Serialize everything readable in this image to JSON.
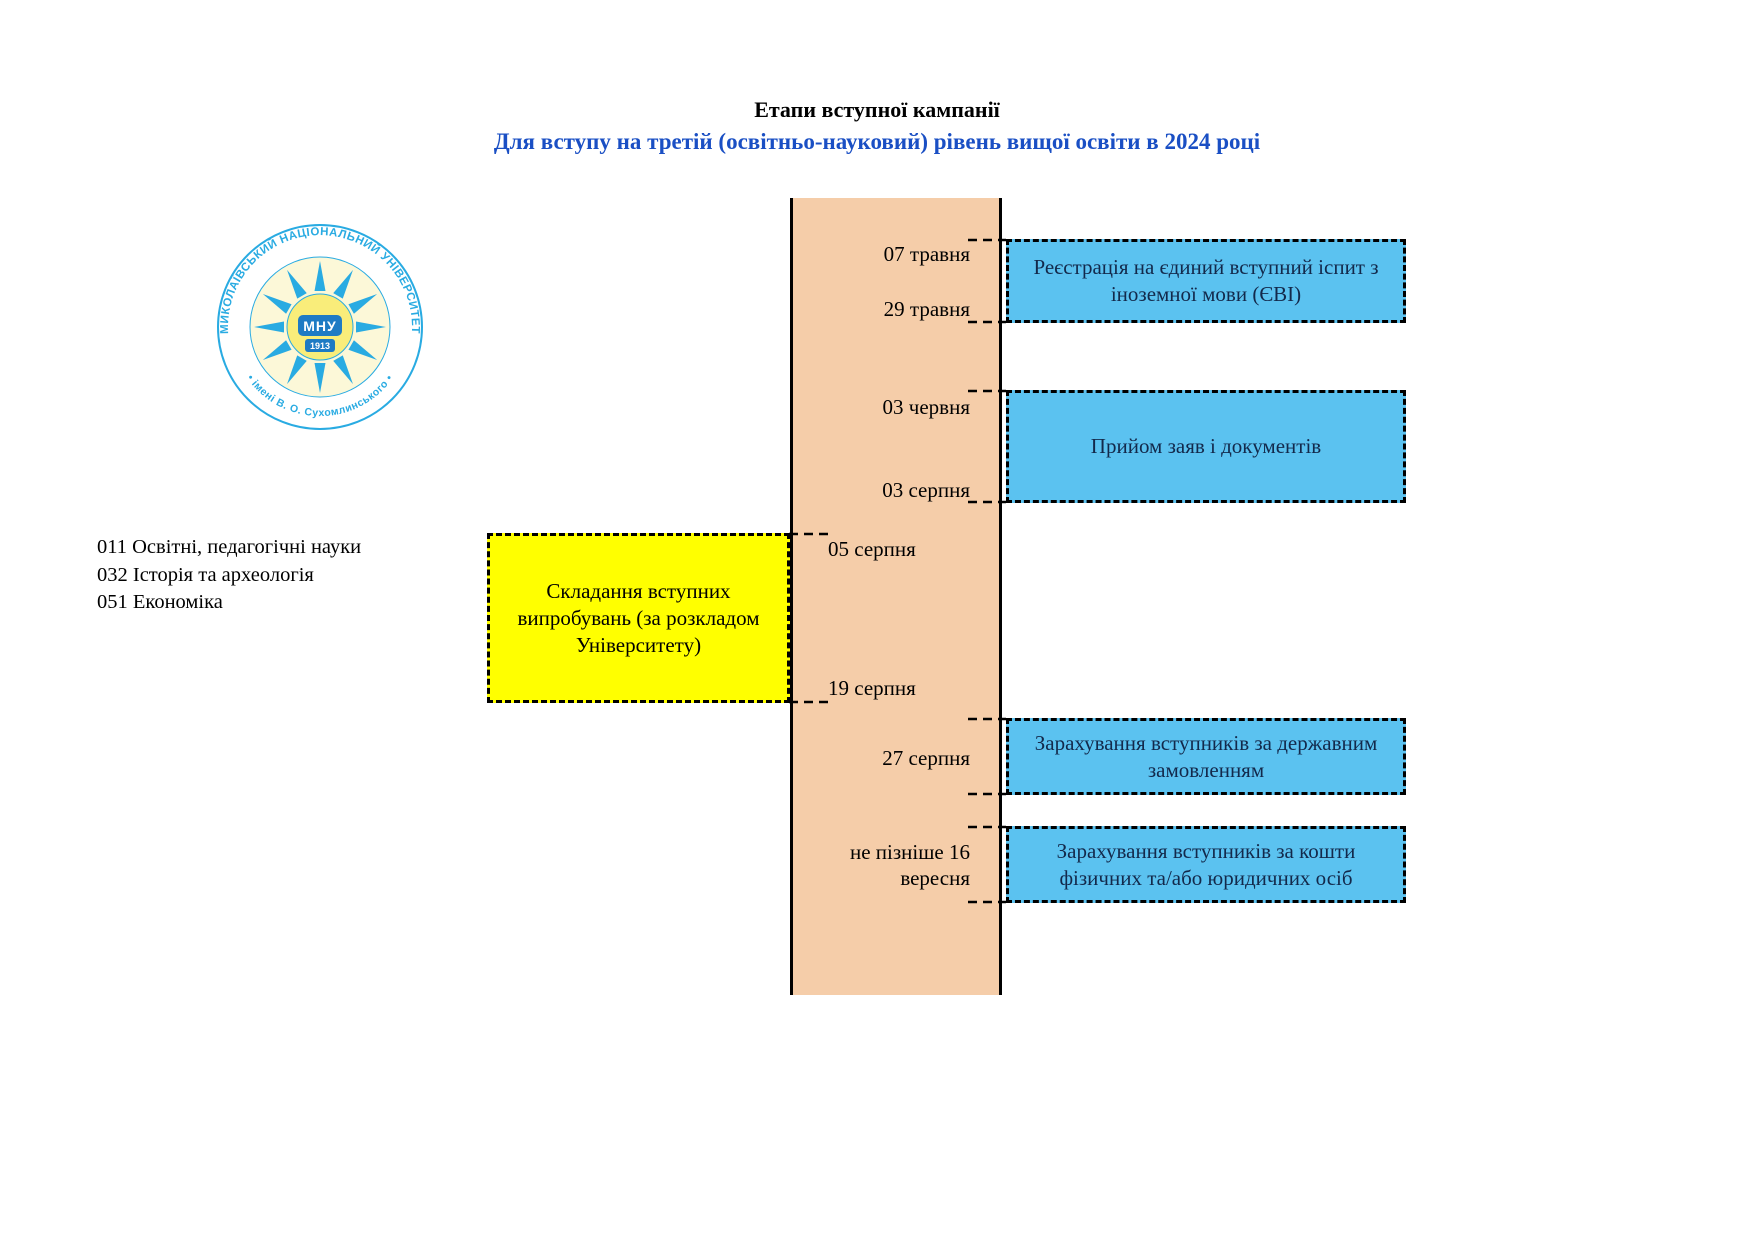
{
  "page": {
    "title": "Етапи вступної кампанії",
    "subtitle": "Для вступу на третій (освітньо-науковий) рівень вищої освіти в 2024 році"
  },
  "logo": {
    "arc_top": "МИКОЛАЇВСЬКИЙ НАЦІОНАЛЬНИЙ УНІВЕРСИТЕТ",
    "arc_bottom": "• імені В. О. Сухомлинського •",
    "abbr": "МНУ",
    "year": "1913"
  },
  "programs": [
    "011 Освітні, педагогічні науки",
    "032 Історія та археологія",
    "051 Економіка"
  ],
  "timeline": {
    "dates": [
      "07 травня",
      "29 травня",
      "03 червня",
      "03 серпня",
      "05 серпня",
      "19 серпня",
      "27 серпня",
      "не пізніше 16 вересня"
    ]
  },
  "events": {
    "evi": "Реєстрація на єдиний вступний іспит з іноземної мови (ЄВІ)",
    "docs": "Прийом заяв і документів",
    "exams": "Складання вступних випробувань (за розкладом Університету)",
    "state": "Зарахування вступників за державним замовленням",
    "paid": "Зарахування вступників за кошти фізичних та/або юридичних осіб"
  },
  "colors": {
    "subtitle-blue": "#1A4FC4",
    "bar-fill": "#F5CDA9",
    "box-blue": "#5BC2F0",
    "box-text": "#13294B",
    "box-yellow": "#FFFF00",
    "logo-blue": "#29ABE2",
    "logo-pale": "#FCF8D8",
    "logo-center": "#F9ED7A",
    "logo-badge": "#1E7BC4"
  }
}
